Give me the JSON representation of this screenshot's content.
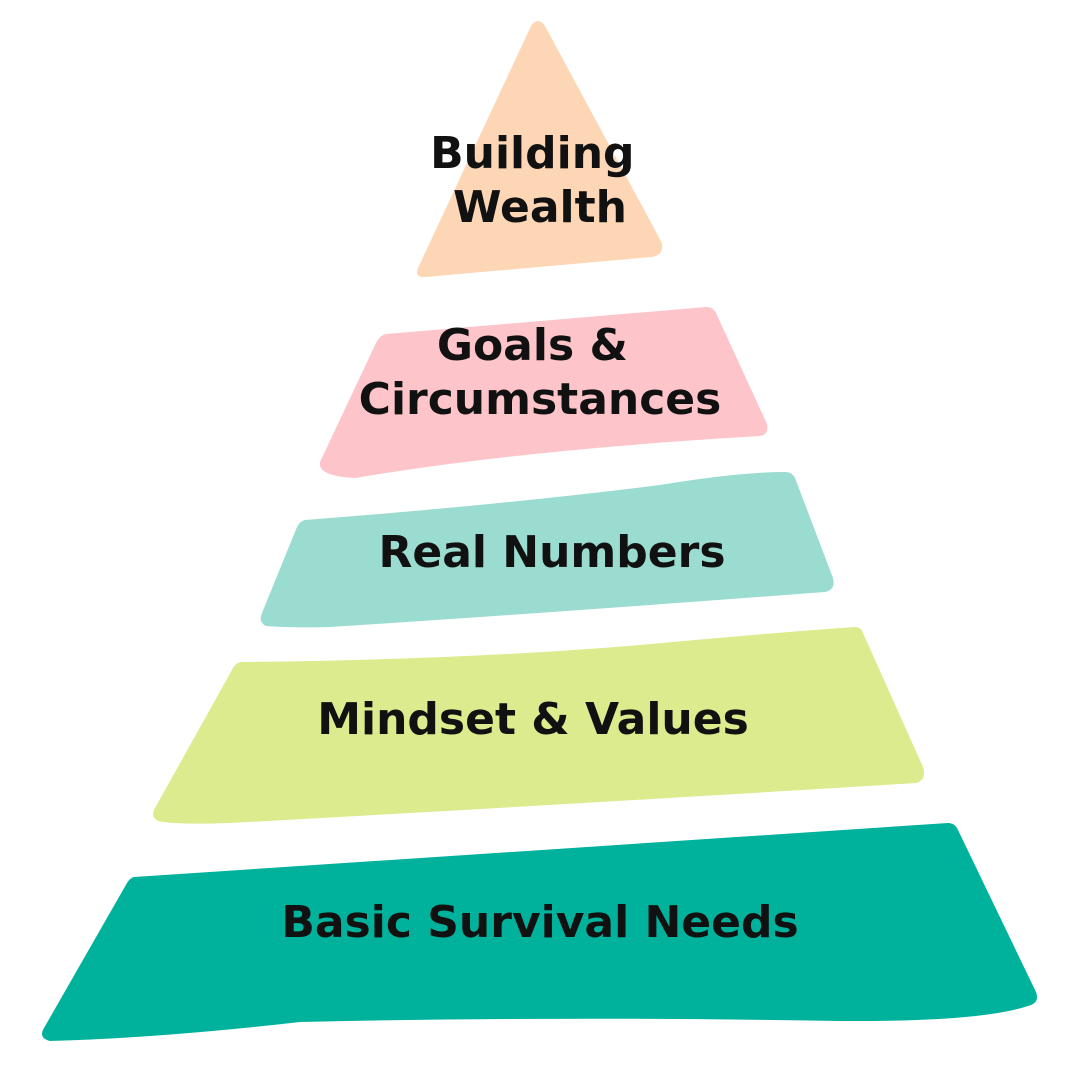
{
  "pyramid": {
    "tiers": [
      {
        "id": "tier-1",
        "lines": [
          "Building",
          "Wealth"
        ],
        "color": "#fdd7b5"
      },
      {
        "id": "tier-2",
        "lines": [
          "Goals &",
          "Circumstances"
        ],
        "color": "#fdc5ca"
      },
      {
        "id": "tier-3",
        "lines": [
          "Real Numbers"
        ],
        "color": "#9adcd0"
      },
      {
        "id": "tier-4",
        "lines": [
          "Mindset & Values"
        ],
        "color": "#dbeb8d"
      },
      {
        "id": "tier-5",
        "lines": [
          "Basic Survival Needs"
        ],
        "color": "#00b29c"
      }
    ],
    "text_color": "#111111"
  }
}
